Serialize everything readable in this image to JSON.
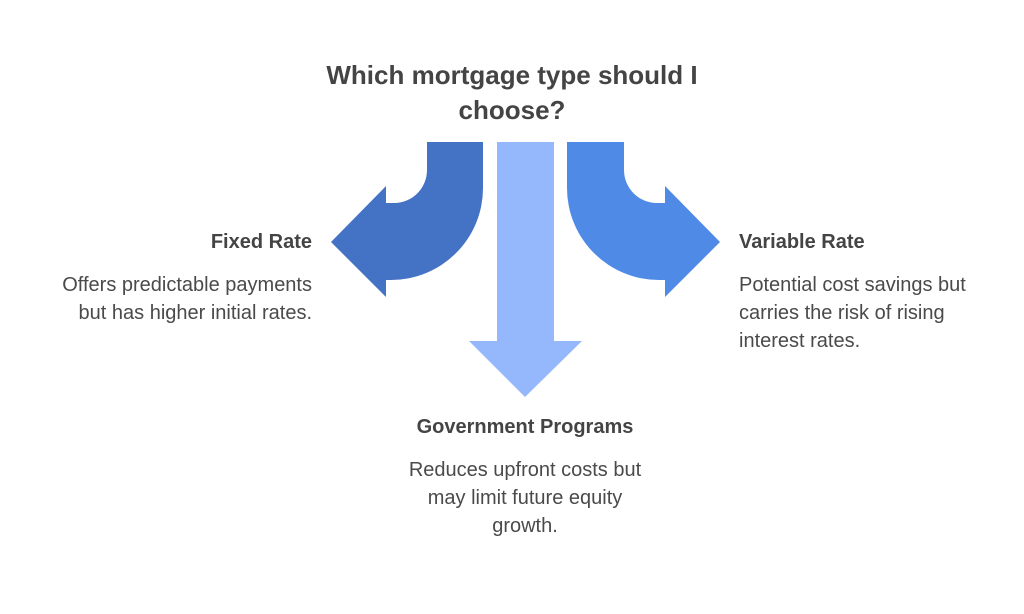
{
  "title": "Which mortgage type should I choose?",
  "options": [
    {
      "heading": "Fixed Rate",
      "description": "Offers predictable payments but has higher initial rates.",
      "line1": "Offers predictable payments",
      "line2": "but has higher initial rates.",
      "arrow_color": "#4472c4"
    },
    {
      "heading": "Government Programs",
      "description": "Reduces upfront costs but may limit future equity growth.",
      "line1": "Reduces upfront costs but",
      "line2": "may limit future equity",
      "line3": "growth.",
      "arrow_color": "#94b8fb"
    },
    {
      "heading": "Variable Rate",
      "description": "Potential cost savings but carries the risk of rising interest rates.",
      "line1": "Potential cost savings but",
      "line2": "carries the risk of rising",
      "line3": "interest rates.",
      "arrow_color": "#4f8ae6"
    }
  ]
}
